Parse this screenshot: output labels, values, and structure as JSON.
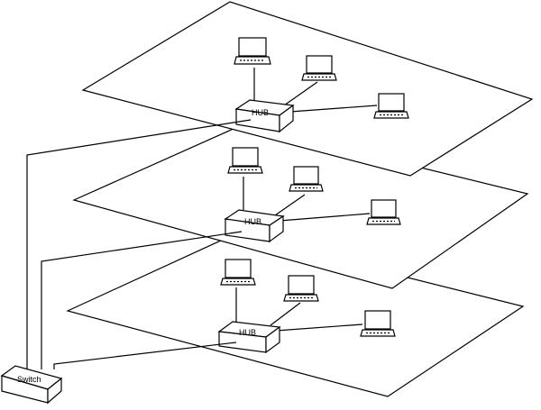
{
  "diagram": {
    "hub_label": "HUB",
    "switch_label": "Switch",
    "floors": [
      {
        "hub": "HUB",
        "computers": 3
      },
      {
        "hub": "HUB",
        "computers": 3
      },
      {
        "hub": "HUB",
        "computers": 3
      }
    ]
  }
}
